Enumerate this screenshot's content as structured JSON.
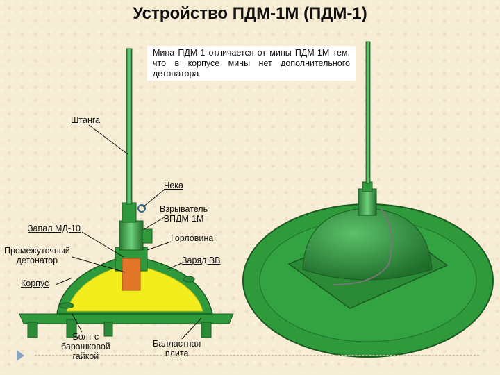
{
  "title": "Устройство ПДМ-1М (ПДМ-1)",
  "note": "Мина ПДМ-1 отличается от мины ПДМ-1М тем, что в корпусе мины нет дополнительного детонатора",
  "labels": {
    "shtanga": "Штанга",
    "cheka": "Чека",
    "vzryvatel_line1": "Взрыватель",
    "vzryvatel_line2": "ВПДМ-1М",
    "zapal": "Запал МД-10",
    "gorlovina": "Горловина",
    "prom_line1": "Промежуточный",
    "prom_line2": "детонатор",
    "zaryad": "Заряд ВВ",
    "korpus": "Корпус",
    "bolt_line1": "Болт с",
    "bolt_line2": "барашковой",
    "bolt_line3": "гайкой",
    "ballast_line1": "Балластная",
    "ballast_line2": "плита"
  },
  "colors": {
    "mine_green": "#2f9a3c",
    "mine_green_dark": "#1f6e2a",
    "charge_yellow": "#f2ee1e",
    "detonator_orange": "#e2772a",
    "background": "#f7ecd4"
  },
  "icons": {
    "nav": "triangle-right-icon"
  }
}
